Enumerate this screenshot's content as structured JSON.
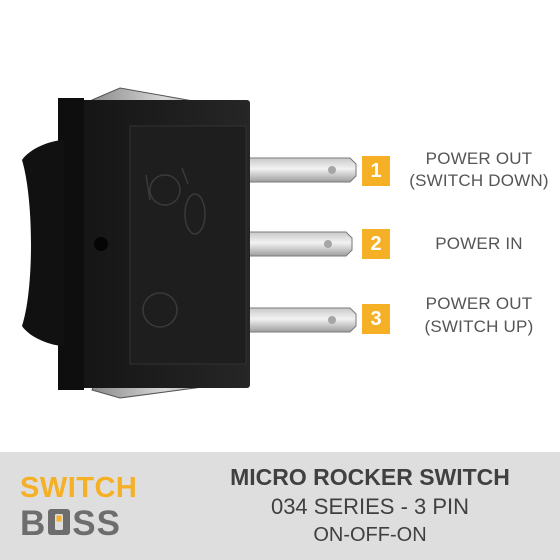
{
  "pins": [
    {
      "number": "1",
      "line1": "POWER OUT",
      "line2": "(SWITCH DOWN)"
    },
    {
      "number": "2",
      "line1": "POWER IN",
      "line2": ""
    },
    {
      "number": "3",
      "line1": "POWER OUT",
      "line2": "(SWITCH UP)"
    }
  ],
  "logo": {
    "top": "SWITCH",
    "bottom_b": "B",
    "bottom_ss": "SS"
  },
  "product": {
    "name": "MICRO ROCKER SWITCH",
    "series": "034 SERIES - 3 PIN",
    "mode": "ON-OFF-ON"
  },
  "colors": {
    "accent": "#f5b026",
    "footer": "#dedede",
    "text": "#555555"
  }
}
